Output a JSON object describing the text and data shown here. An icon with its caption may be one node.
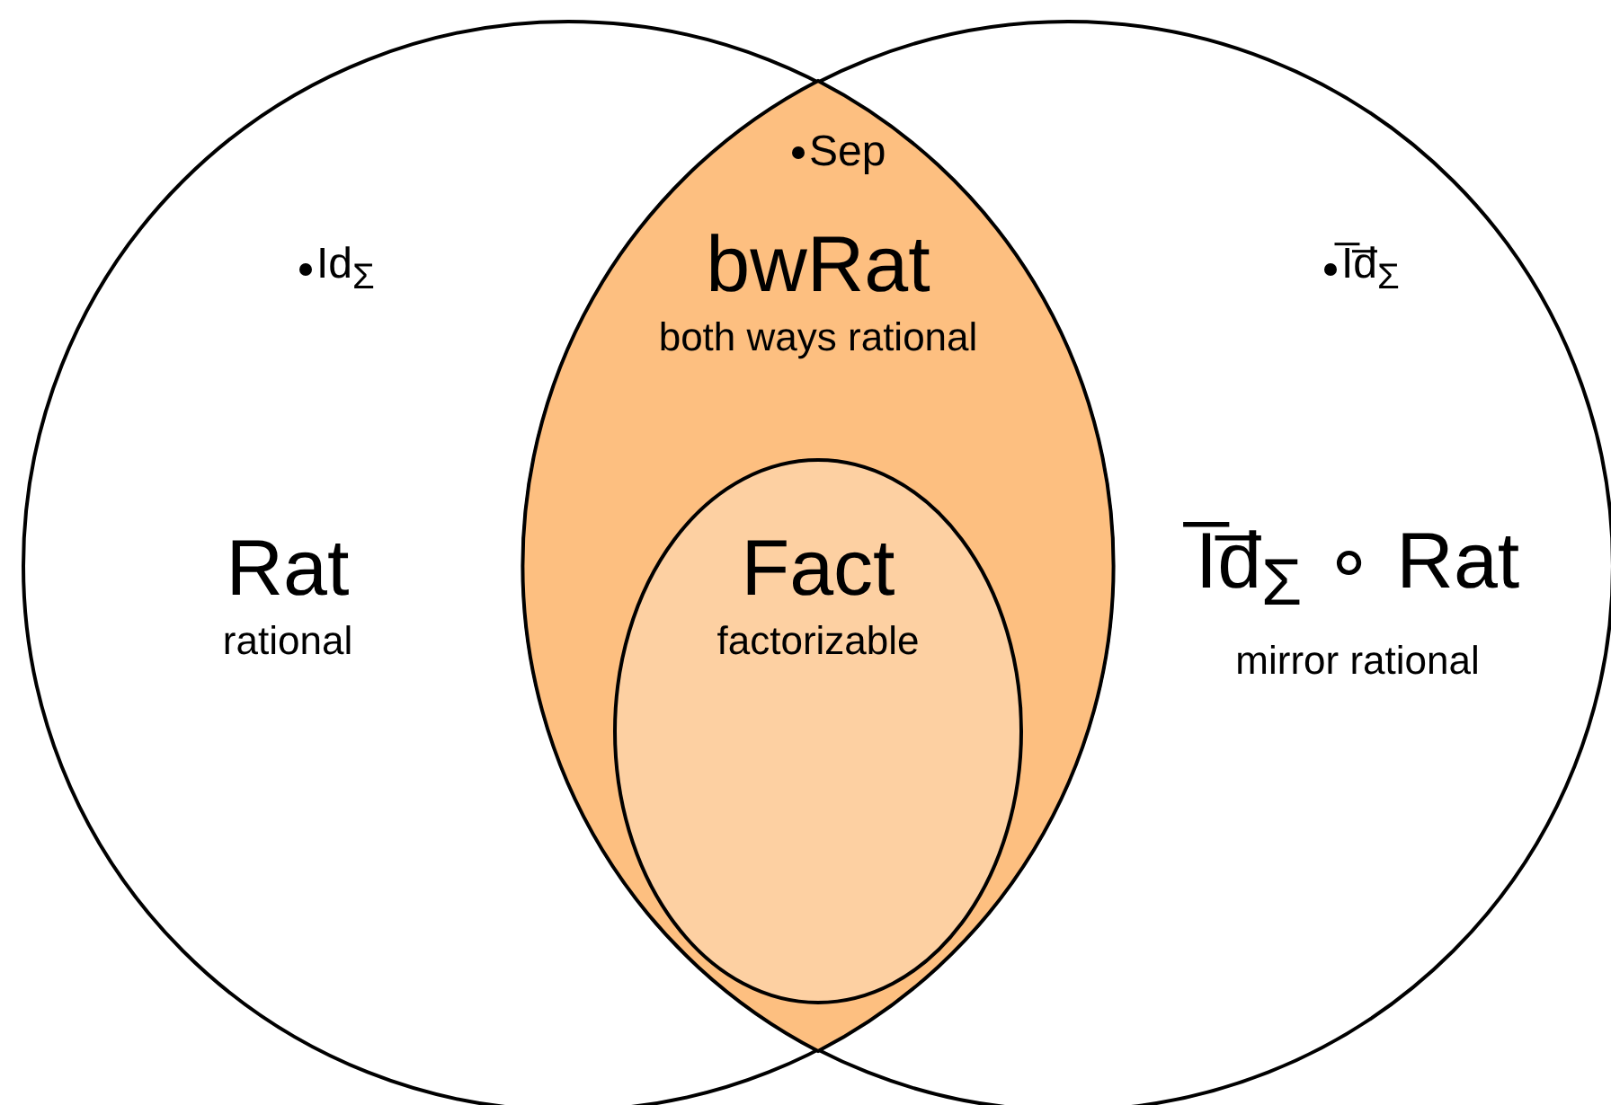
{
  "diagram": {
    "nodes": [
      {
        "text": [
          "Rat",
          "rational"
        ]
      },
      {
        "text": [
          "I̅d̅$_{Σ}$ ∘ Rat",
          "mirror rational"
        ]
      },
      {
        "text": [
          "bwRat",
          "both ways rational"
        ]
      },
      {
        "text": [
          "Fact",
          "factorizable"
        ],
        "in": 2
      }
    ],
    "labels": [
      "Sep",
      "Id$_{Σ}$",
      "I̅d̅$_{Σ}$"
    ]
  }
}
